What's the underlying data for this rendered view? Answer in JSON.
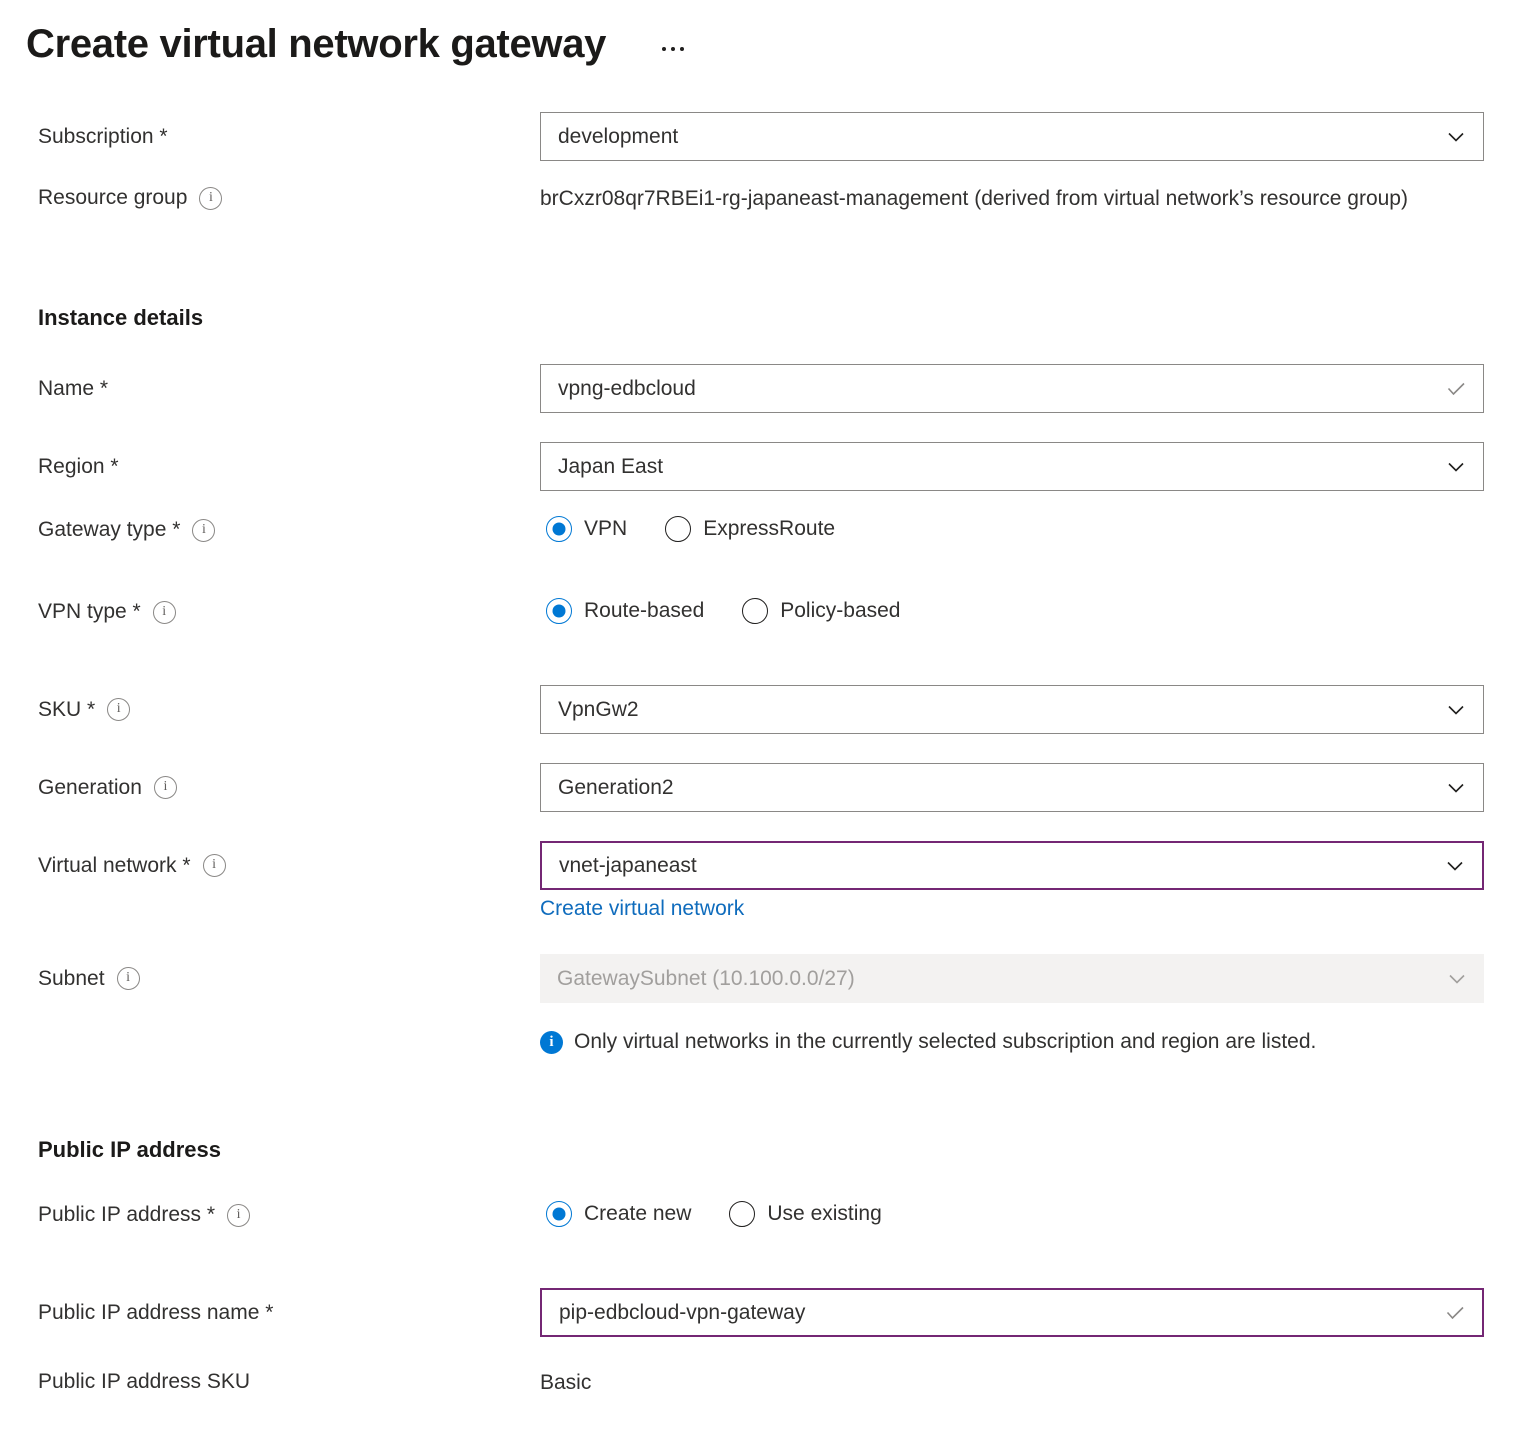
{
  "header": {
    "title": "Create virtual network gateway",
    "more_menu_label": "More",
    "more_icon": "ellipsis-icon"
  },
  "form": {
    "subscription": {
      "label": "Subscription *",
      "value": "development",
      "icon": "chevron-down-icon"
    },
    "resource_group": {
      "label": "Resource group",
      "info_icon": "info-icon",
      "value": "brCxzr08qr7RBEi1-rg-japaneast-management (derived from virtual network’s resource group)"
    },
    "instance_details": {
      "heading": "Instance details",
      "name": {
        "label": "Name *",
        "value": "vpng-edbcloud",
        "icon": "checkmark-icon"
      },
      "region": {
        "label": "Region *",
        "value": "Japan East",
        "icon": "chevron-down-icon"
      },
      "gateway_type": {
        "label": "Gateway type *",
        "info_icon": "info-icon",
        "options": [
          {
            "label": "VPN",
            "selected": true
          },
          {
            "label": "ExpressRoute",
            "selected": false
          }
        ]
      },
      "vpn_type": {
        "label": "VPN type *",
        "info_icon": "info-icon",
        "options": [
          {
            "label": "Route-based",
            "selected": true
          },
          {
            "label": "Policy-based",
            "selected": false
          }
        ]
      },
      "sku": {
        "label": "SKU *",
        "info_icon": "info-icon",
        "value": "VpnGw2",
        "icon": "chevron-down-icon"
      },
      "generation": {
        "label": "Generation",
        "info_icon": "info-icon",
        "value": "Generation2",
        "icon": "chevron-down-icon"
      },
      "virtual_network": {
        "label": "Virtual network *",
        "info_icon": "info-icon",
        "value": "vnet-japaneast",
        "icon": "chevron-down-icon",
        "create_link": "Create virtual network"
      },
      "subnet": {
        "label": "Subnet",
        "info_icon": "info-icon",
        "value": "GatewaySubnet (10.100.0.0/27)",
        "icon": "chevron-down-icon"
      },
      "notice": {
        "icon": "info-filled-icon",
        "text": "Only virtual networks in the currently selected subscription and region are listed."
      }
    },
    "public_ip": {
      "heading": "Public IP address",
      "public_ip_address": {
        "label": "Public IP address *",
        "info_icon": "info-icon",
        "options": [
          {
            "label": "Create new",
            "selected": true
          },
          {
            "label": "Use existing",
            "selected": false
          }
        ]
      },
      "public_ip_name": {
        "label": "Public IP address name *",
        "value": "pip-edbcloud-vpn-gateway",
        "icon": "checkmark-icon"
      },
      "public_ip_sku": {
        "label": "Public IP address SKU",
        "value": "Basic"
      }
    }
  },
  "colors": {
    "accent_blue": "#0078d4",
    "link_blue": "#0f6cbd",
    "focus_purple": "#742774",
    "border_gray": "#8a8886",
    "disabled_bg": "#f3f2f1",
    "text": "#323130"
  }
}
